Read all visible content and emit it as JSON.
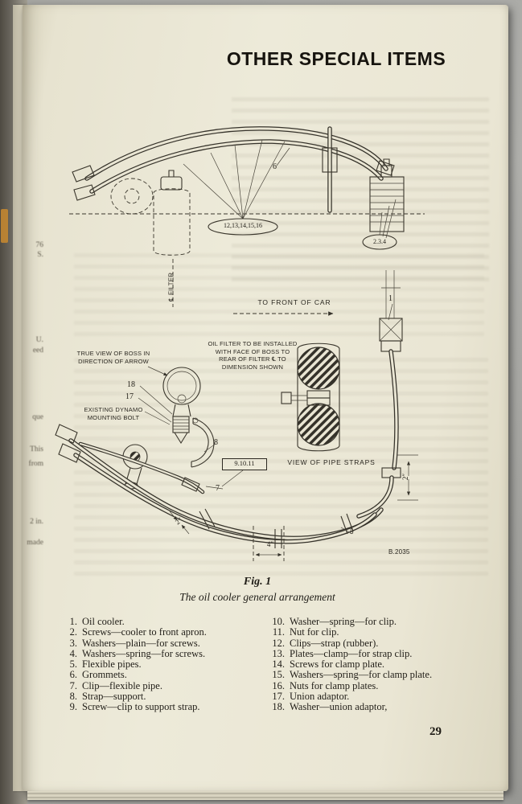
{
  "page": {
    "title": "OTHER SPECIAL ITEMS",
    "page_number": "29"
  },
  "figure": {
    "fig_label": "Fig. 1",
    "fig_caption": "The oil cooler general arrangement",
    "drawing_number": "B.2035",
    "labels": {
      "callout_6": "6",
      "callout_group_straps": "12,13,14,15,16",
      "callout_group_cooler": "2.3.4",
      "callout_1": "1",
      "filter_centerline": "℄ FILTER",
      "to_front_of_car": "TO FRONT OF CAR",
      "true_view_line1": "TRUE VIEW OF BOSS IN",
      "true_view_line2": "DIRECTION OF ARROW",
      "filter_note_line1": "OIL FILTER TO BE INSTALLED",
      "filter_note_line2": "WITH FACE OF BOSS TO",
      "filter_note_line3": "REAR OF FILTER ℄ TO",
      "filter_note_line4": "DIMENSION SHOWN",
      "callout_18": "18",
      "callout_17": "17",
      "dynamo_line1": "EXISTING DYNAMO",
      "dynamo_line2": "MOUNTING BOLT",
      "callout_8": "8",
      "callout_9_10_11": "9.10.11",
      "callout_7": "7",
      "view_pipe_straps": "VIEW OF PIPE STRAPS",
      "dim_4": "4″",
      "dim_5": "5",
      "dim_2_left": "2″",
      "dim_2_right": "2″"
    }
  },
  "parts_list": {
    "left": [
      {
        "num": "1.",
        "desc": "Oil cooler."
      },
      {
        "num": "2.",
        "desc": "Screws—cooler to front apron."
      },
      {
        "num": "3.",
        "desc": "Washers—plain—for screws."
      },
      {
        "num": "4.",
        "desc": "Washers—spring—for screws."
      },
      {
        "num": "5.",
        "desc": "Flexible pipes."
      },
      {
        "num": "6.",
        "desc": "Grommets."
      },
      {
        "num": "7.",
        "desc": "Clip—flexible pipe."
      },
      {
        "num": "8.",
        "desc": "Strap—support."
      },
      {
        "num": "9.",
        "desc": "Screw—clip to support strap."
      }
    ],
    "right": [
      {
        "num": "10.",
        "desc": "Washer—spring—for clip."
      },
      {
        "num": "11.",
        "desc": "Nut for clip."
      },
      {
        "num": "12.",
        "desc": "Clips—strap (rubber)."
      },
      {
        "num": "13.",
        "desc": "Plates—clamp—for strap clip."
      },
      {
        "num": "14.",
        "desc": "Screws for clamp plate."
      },
      {
        "num": "15.",
        "desc": "Washers—spring—for clamp plate."
      },
      {
        "num": "16.",
        "desc": "Nuts for clamp plates."
      },
      {
        "num": "17.",
        "desc": "Union adaptor."
      },
      {
        "num": "18.",
        "desc": "Washer—union adaptor,"
      }
    ]
  },
  "spine_fragments": [
    "76",
    "S.",
    "U.",
    "eed",
    "que",
    "This",
    "from",
    "2 in.",
    "made"
  ]
}
